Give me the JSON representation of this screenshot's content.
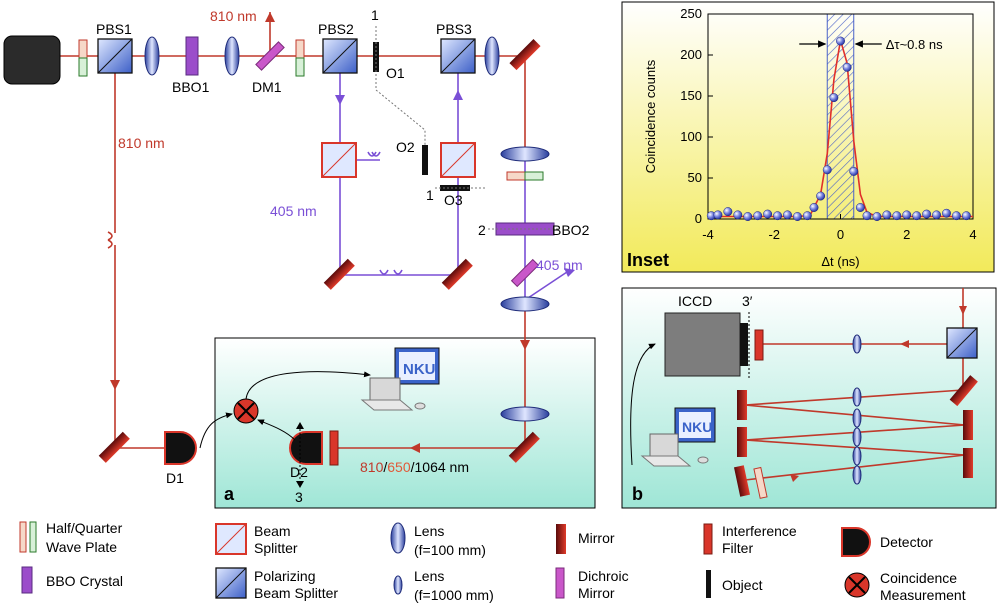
{
  "colors": {
    "red_beam": "#c0392b",
    "violet_beam": "#7a4fd6",
    "inset_bg_top": "#ffffff",
    "inset_bg_bottom": "#f2ea5a",
    "panel_bg_top": "#ffffff",
    "panel_bg_bottom": "#9fe6d6",
    "bbo": "#9b4dca",
    "mirror": "#b22222",
    "lens": "#3a59c8",
    "detector": "#111111"
  },
  "labels": {
    "pbs1": "PBS1",
    "pbs2": "PBS2",
    "pbs3": "PBS3",
    "bbo1": "BBO1",
    "bbo2": "BBO2",
    "dm1": "DM1",
    "o1": "O1",
    "o2": "O2",
    "o3": "O3",
    "wl_810_top": "810 nm",
    "wl_810_left": "810 nm",
    "wl_405_left": "405 nm",
    "wl_405_right": "405 nm",
    "pos1a": "1",
    "pos1b": "1",
    "pos2": "2",
    "pos3": "3",
    "pos3prime": "3′",
    "d1": "D1",
    "d2": "D2",
    "wl_multi_a": "810",
    "wl_sep1": "/",
    "wl_multi_b": "650",
    "wl_multi_c": "/1064 nm",
    "panel_a": "a",
    "panel_b": "b",
    "iccd": "ICCD",
    "nku1": "NKU",
    "nku2": "NKU",
    "inset": "Inset"
  },
  "legend": {
    "waveplate": "Half/Quarter Wave Plate",
    "bbo": "BBO Crystal",
    "beam_splitter": "Beam Splitter",
    "pbs": "Polarizing Beam Splitter",
    "lens100": "Lens (f=100 mm)",
    "lens1000": "Lens (f=1000 mm)",
    "mirror": "Mirror",
    "dichroic": "Dichroic Mirror",
    "filter": "Interference Filter",
    "object": "Object",
    "detector": "Detector",
    "coincidence": "Coincidence Measurement"
  },
  "chart_data": {
    "type": "scatter",
    "xlabel": "Δt (ns)",
    "ylabel": "Coincidence counts",
    "xlim": [
      -4,
      4
    ],
    "ylim": [
      0,
      250
    ],
    "xticks": [
      "-4",
      "-2",
      "0",
      "2",
      "4"
    ],
    "yticks": [
      "0",
      "50",
      "100",
      "150",
      "200",
      "250"
    ],
    "annotation": "Δτ~0.8 ns",
    "window": [
      -0.4,
      0.4
    ],
    "points": [
      [
        -3.9,
        4
      ],
      [
        -3.7,
        5
      ],
      [
        -3.4,
        9
      ],
      [
        -3.1,
        5
      ],
      [
        -2.8,
        3
      ],
      [
        -2.5,
        4
      ],
      [
        -2.2,
        6
      ],
      [
        -1.9,
        4
      ],
      [
        -1.6,
        5
      ],
      [
        -1.3,
        3
      ],
      [
        -1.0,
        4
      ],
      [
        -0.8,
        14
      ],
      [
        -0.6,
        28
      ],
      [
        -0.4,
        60
      ],
      [
        -0.2,
        148
      ],
      [
        0,
        217
      ],
      [
        0.2,
        185
      ],
      [
        0.4,
        58
      ],
      [
        0.6,
        14
      ],
      [
        0.8,
        4
      ],
      [
        1.1,
        3
      ],
      [
        1.4,
        5
      ],
      [
        1.7,
        4
      ],
      [
        2.0,
        5
      ],
      [
        2.3,
        4
      ],
      [
        2.6,
        6
      ],
      [
        2.9,
        5
      ],
      [
        3.2,
        7
      ],
      [
        3.5,
        4
      ],
      [
        3.8,
        4
      ]
    ],
    "fit": [
      [
        -4,
        3
      ],
      [
        -1.2,
        3
      ],
      [
        -0.9,
        6
      ],
      [
        -0.6,
        30
      ],
      [
        -0.4,
        80
      ],
      [
        -0.2,
        170
      ],
      [
        0,
        218
      ],
      [
        0.2,
        190
      ],
      [
        0.4,
        95
      ],
      [
        0.6,
        30
      ],
      [
        0.8,
        8
      ],
      [
        1.1,
        3
      ],
      [
        4,
        3
      ]
    ]
  }
}
